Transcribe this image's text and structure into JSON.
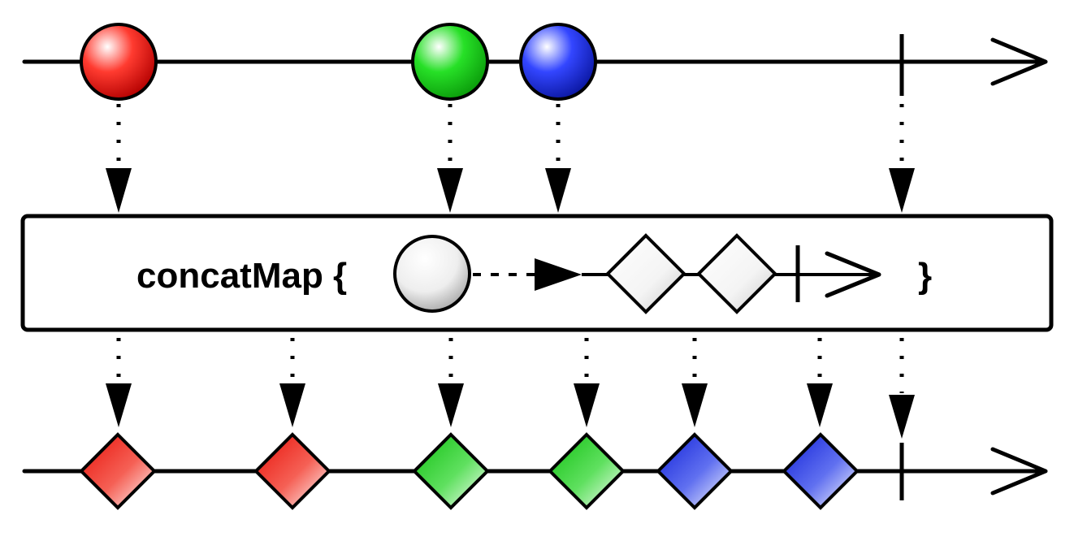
{
  "operator": {
    "label": "concatMap {",
    "closing": "}"
  },
  "colors": {
    "red": "#e8100a",
    "green": "#1ec81e",
    "blue": "#1a2bd9",
    "neutral": "#e9e9e9"
  },
  "source_items": [
    {
      "color": "red",
      "icon": "red-marble"
    },
    {
      "color": "green",
      "icon": "green-marble"
    },
    {
      "color": "blue",
      "icon": "blue-marble"
    }
  ],
  "result_items": [
    {
      "color": "red",
      "icon": "red-diamond"
    },
    {
      "color": "red",
      "icon": "red-diamond"
    },
    {
      "color": "green",
      "icon": "green-diamond"
    },
    {
      "color": "green",
      "icon": "green-diamond"
    },
    {
      "color": "blue",
      "icon": "blue-diamond"
    },
    {
      "color": "blue",
      "icon": "blue-diamond"
    }
  ],
  "legend_items": [
    {
      "icon": "neutral-marble"
    },
    {
      "icon": "neutral-diamond"
    },
    {
      "icon": "neutral-diamond"
    }
  ]
}
